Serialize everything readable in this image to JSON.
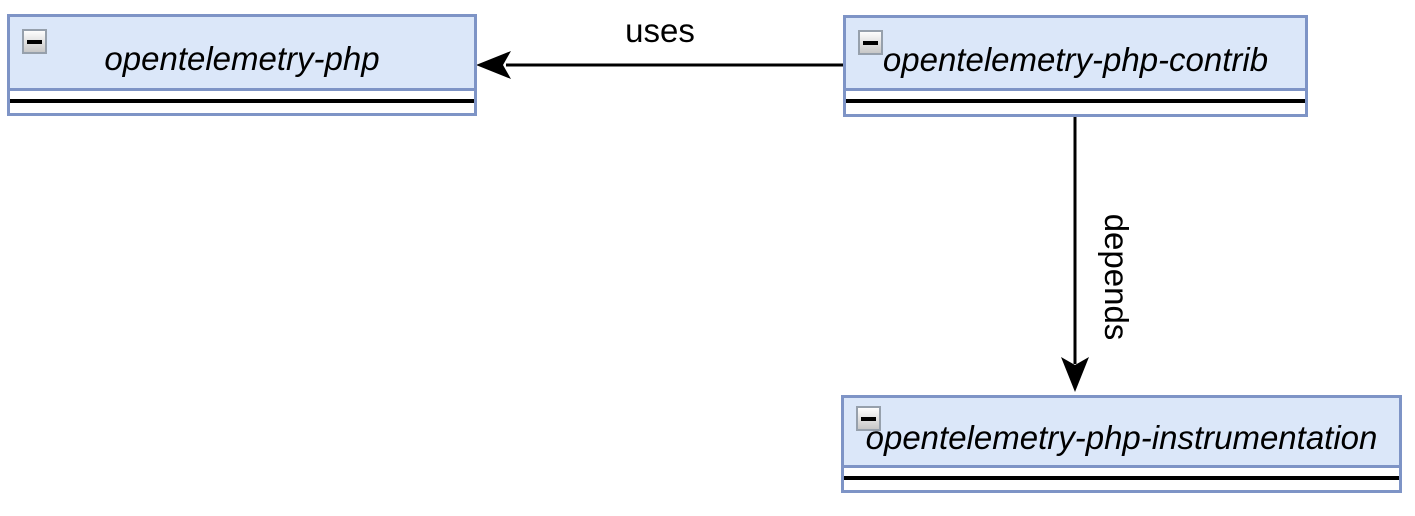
{
  "diagram": {
    "type": "package-dependency-diagram",
    "colors": {
      "background": "#ffffff",
      "node_fill": "#dbe7f9",
      "node_stroke": "#7e94c6",
      "edge": "#000000",
      "text": "#000000"
    },
    "nodes": [
      {
        "label": "opentelemetry-php",
        "collapse_icon": "minus-icon"
      },
      {
        "label": "opentelemetry-php-contrib",
        "collapse_icon": "minus-icon"
      },
      {
        "label": "opentelemetry-php-instrumentation",
        "collapse_icon": "minus-icon"
      }
    ],
    "edges": [
      {
        "label": "uses",
        "from": "opentelemetry-php-contrib",
        "to": "opentelemetry-php",
        "direction": "left"
      },
      {
        "label": "depends",
        "from": "opentelemetry-php-contrib",
        "to": "opentelemetry-php-instrumentation",
        "direction": "down"
      }
    ]
  }
}
